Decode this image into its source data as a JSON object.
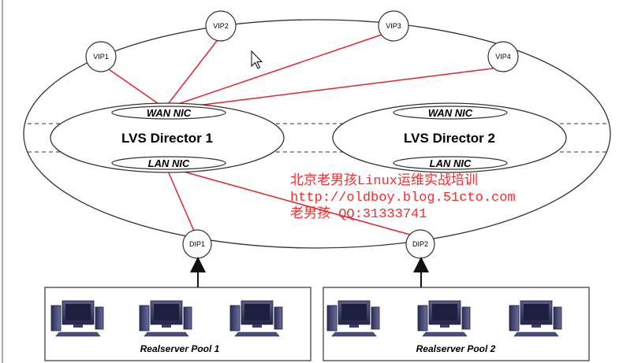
{
  "vips": [
    "VIP1",
    "VIP2",
    "VIP3",
    "VIP4"
  ],
  "directors": [
    {
      "name": "LVS Director 1",
      "wan": "WAN NIC",
      "lan": "LAN NIC"
    },
    {
      "name": "LVS Director 2",
      "wan": "WAN NIC",
      "lan": "LAN NIC"
    }
  ],
  "dips": [
    "DIP1",
    "DIP2"
  ],
  "pools": [
    "Realserver Pool 1",
    "Realserver Pool 2"
  ],
  "watermark": {
    "line1": "北京老男孩Linux运维实战培训",
    "line2": "http://oldboy.blog.51cto.com",
    "line3": "老男孩 QQ:31333741"
  },
  "colors": {
    "link_red": "#e8232a",
    "outline": "#333333",
    "watermark": "#ff2a2a"
  }
}
